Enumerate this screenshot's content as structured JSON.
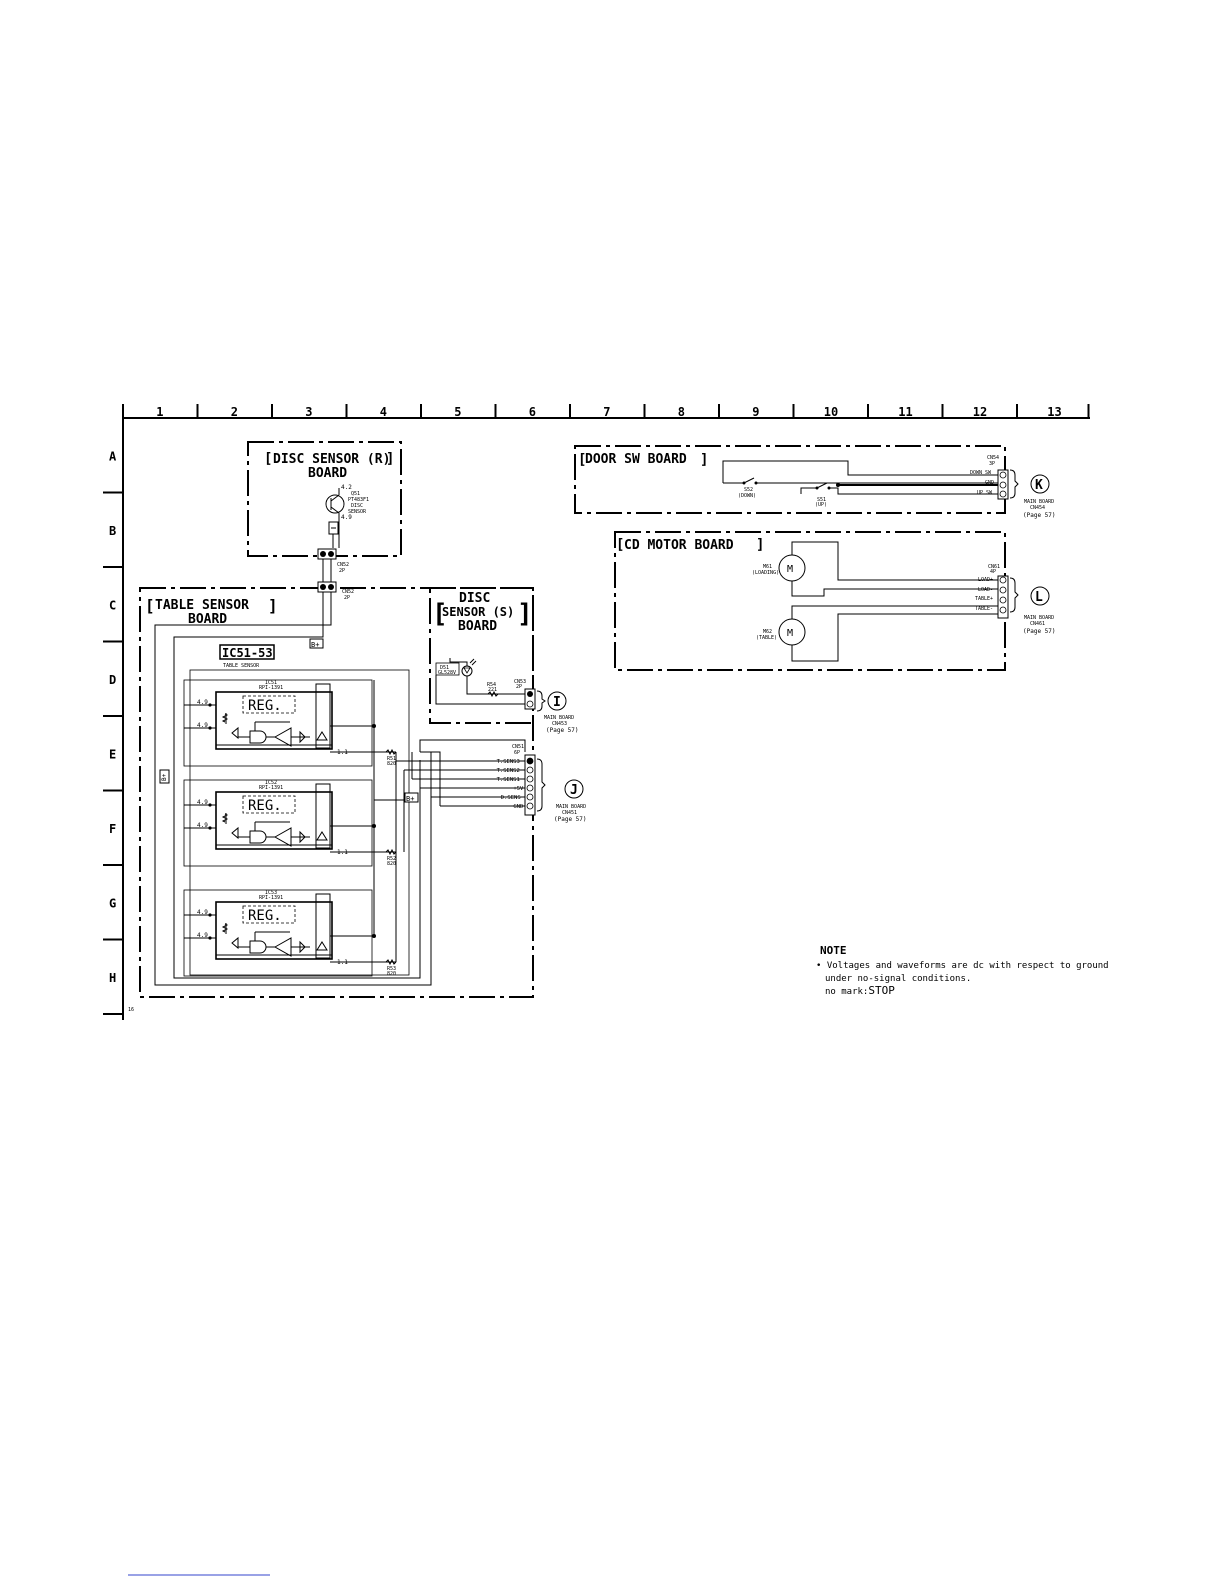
{
  "grid": {
    "columns": [
      "1",
      "2",
      "3",
      "4",
      "5",
      "6",
      "7",
      "8",
      "9",
      "10",
      "11",
      "12",
      "13"
    ],
    "rows": [
      "A",
      "B",
      "C",
      "D",
      "E",
      "F",
      "G",
      "H"
    ],
    "page_number": "16"
  },
  "boards": {
    "disc_sensor_r": {
      "title_1": "DISC SENSOR (R)",
      "title_2": "BOARD",
      "part": "Q51",
      "part_type": "PT483F1",
      "part_desc_1": "DISC",
      "part_desc_2": "SENSOR",
      "v_top": "4.2",
      "v_bottom": "4.9",
      "connector": "CN52",
      "connector_pins": "2P"
    },
    "table_sensor": {
      "title_1": "TABLE SENSOR",
      "title_2": "BOARD",
      "connector": "CN52",
      "connector_pins": "2P",
      "ic_box": "IC51-53",
      "ic_box_sub": "TABLE SENSOR",
      "ics": [
        {
          "name": "IC51",
          "part": "RPI-1391",
          "reg": "REG.",
          "v1": "4.9",
          "v2": "4.9",
          "out": "1.1",
          "res": "R51",
          "res_val": "820"
        },
        {
          "name": "IC52",
          "part": "RPI-1391",
          "reg": "REG.",
          "v1": "4.9",
          "v2": "4.9",
          "out": "1.1",
          "res": "R52",
          "res_val": "820"
        },
        {
          "name": "IC53",
          "part": "RPI-1391",
          "reg": "REG.",
          "v1": "4.9",
          "v2": "4.9",
          "out": "1.1",
          "res": "R53",
          "res_val": "820"
        }
      ],
      "main_connector": "CN51",
      "main_connector_pins": "6P",
      "pins": [
        "T.SENS3",
        "T.SENS2",
        "T.SENS1",
        "+5V",
        "D.SENS",
        "GND"
      ],
      "b_plus": "B+"
    },
    "disc_sensor_s": {
      "title_1": "DISC",
      "title_2": "SENSOR (S)",
      "title_3": "BOARD",
      "led": "D51",
      "led_part": "GL528V",
      "res": "R54",
      "res_val": "221",
      "connector": "CN53",
      "connector_pins": "2P"
    },
    "door_sw": {
      "title": "DOOR SW BOARD",
      "sw_down": "S52",
      "sw_down_label": "(DOWN)",
      "sw_up": "S51",
      "sw_up_label": "(UP)",
      "connector": "CN54",
      "connector_pins": "3P",
      "pins": [
        "DOWN SW",
        "GND",
        "UP SW"
      ]
    },
    "cd_motor": {
      "title": "CD MOTOR BOARD",
      "motor1": "M61",
      "motor1_label": "(LOADING)",
      "motor2": "M62",
      "motor2_label": "(TABLE)",
      "motor_symbol": "M",
      "connector": "CN61",
      "connector_pins": "4P",
      "pins": [
        "LOAD+",
        "LOAD-",
        "TABLE+",
        "TABLE-"
      ]
    }
  },
  "links": [
    {
      "id": "I",
      "line1": "MAIN BOARD",
      "line2": "CN453",
      "line3": "(Page 57)"
    },
    {
      "id": "J",
      "line1": "MAIN BOARD",
      "line2": "CN451",
      "line3": "(Page 57)"
    },
    {
      "id": "K",
      "line1": "MAIN BOARD",
      "line2": "CN454",
      "line3": "(Page 57)"
    },
    {
      "id": "L",
      "line1": "MAIN BOARD",
      "line2": "CN461",
      "line3": "(Page 57)"
    }
  ],
  "note": {
    "title": "NOTE",
    "line1": "• Voltages and waveforms are dc with respect to ground",
    "line2": "under no-signal conditions.",
    "line3_prefix": "no mark:",
    "line3_value": "STOP"
  }
}
